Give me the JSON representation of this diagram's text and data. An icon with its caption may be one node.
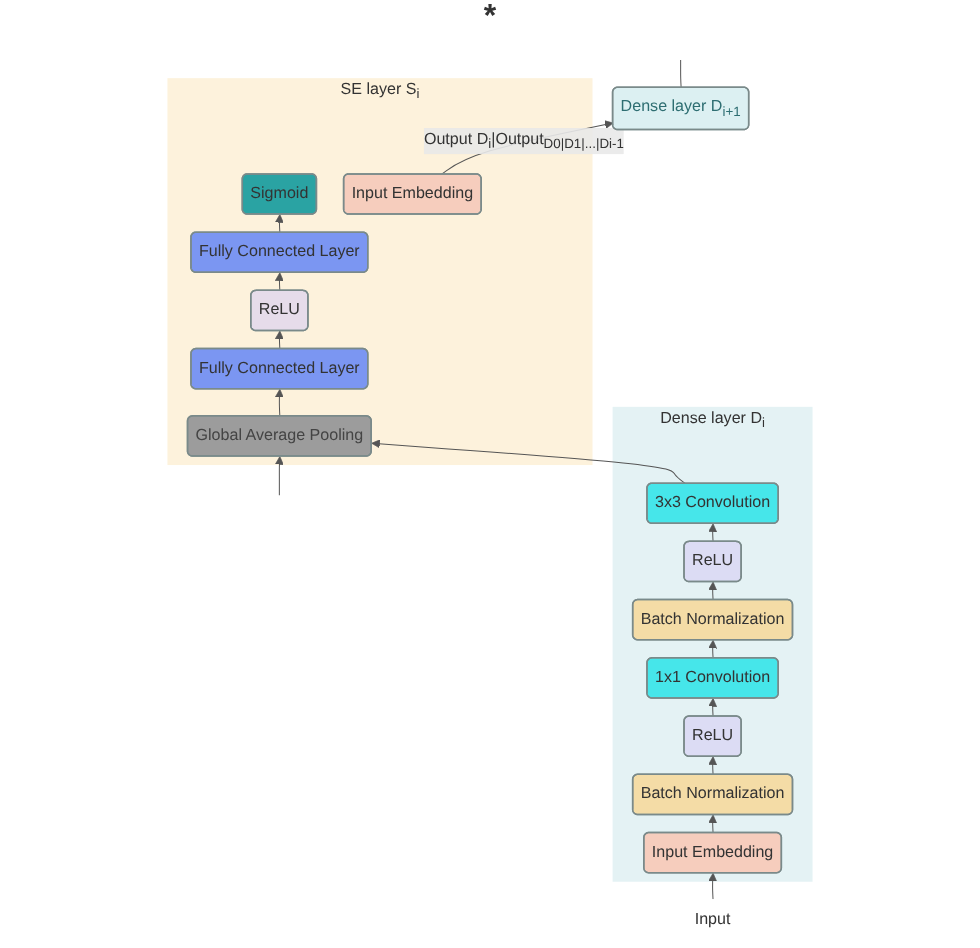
{
  "diagram": {
    "nodes": [
      {
        "text": [
          "Dense layer D$_{i}$"
        ]
      },
      {
        "text": [
          "3x3 Convolution"
        ],
        "in": 0
      },
      {
        "text": [
          "ReLU"
        ],
        "in": 0
      },
      {
        "text": [
          "Batch Normalization"
        ],
        "in": 0
      },
      {
        "text": [
          "1x1 Convolution"
        ],
        "in": 0
      },
      {
        "text": [
          "ReLU"
        ],
        "in": 0
      },
      {
        "text": [
          "Batch Normalization"
        ],
        "in": 0
      },
      {
        "text": [
          "Input Embedding"
        ],
        "in": 0
      },
      {
        "text": [
          "Input"
        ]
      },
      {
        "text": [
          "Dense layer D$_{i+1}$"
        ]
      },
      {
        "text": [
          "SE layer S$_{i}$"
        ]
      },
      {
        "text": [
          "Input Embedding"
        ],
        "in": 10
      },
      {
        "text": [
          "Sigmoid"
        ],
        "in": 10
      },
      {
        "text": [
          "Fully Connected Layer"
        ],
        "in": 10
      },
      {
        "text": [
          "ReLU"
        ],
        "in": 10
      },
      {
        "text": [
          "Fully Connected Layer"
        ],
        "in": 10
      },
      {
        "text": [
          "Global Average Pooling"
        ],
        "in": 10
      }
    ],
    "edges": [
      {
        "from": 8,
        "to": 7,
        "arrow": "to"
      },
      {
        "from": 7,
        "to": 6,
        "arrow": "to"
      },
      {
        "from": 6,
        "to": 5,
        "arrow": "to"
      },
      {
        "from": 5,
        "to": 4,
        "arrow": "to"
      },
      {
        "from": 4,
        "to": 3,
        "arrow": "to"
      },
      {
        "from": 3,
        "to": 2,
        "arrow": "to"
      },
      {
        "from": 2,
        "to": 1,
        "arrow": "to"
      },
      {
        "from": 1,
        "to": 16,
        "arrow": "to"
      },
      {
        "from": 16,
        "to": 15,
        "arrow": "to"
      },
      {
        "from": 15,
        "to": 14,
        "arrow": "to"
      },
      {
        "from": 14,
        "to": 13,
        "arrow": "to"
      },
      {
        "from": 13,
        "to": 12,
        "arrow": "to"
      },
      {
        "from": 11,
        "to": 9,
        "arrow": "to",
        "label": "Output D$_{i}$|Output$_{D0|D1|...|Di-1}$"
      },
      {
        "from": 9,
        "to": null,
        "arrow": "none"
      },
      {
        "from": null,
        "to": 16,
        "arrow": "to"
      }
    ],
    "labels": [
      "*"
    ]
  }
}
